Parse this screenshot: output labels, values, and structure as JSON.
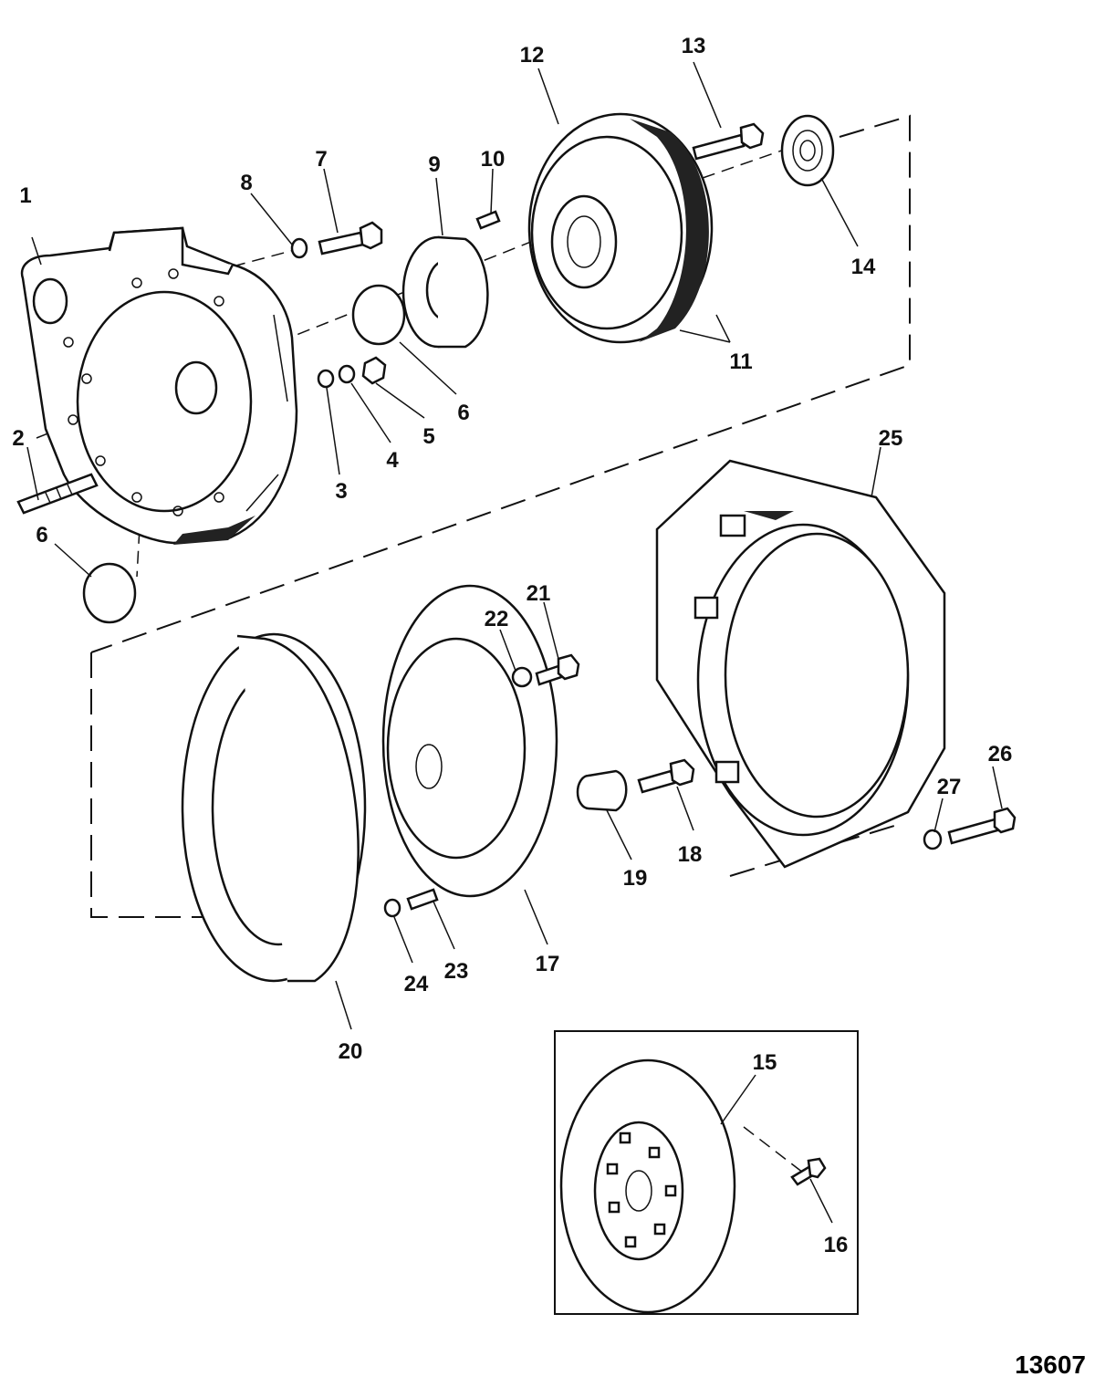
{
  "diagram": {
    "figure_number": "13607",
    "callouts": [
      {
        "id": "c1",
        "text": "1"
      },
      {
        "id": "c2",
        "text": "2"
      },
      {
        "id": "c3",
        "text": "3"
      },
      {
        "id": "c4",
        "text": "4"
      },
      {
        "id": "c5",
        "text": "5"
      },
      {
        "id": "c6a",
        "text": "6"
      },
      {
        "id": "c6b",
        "text": "6"
      },
      {
        "id": "c7",
        "text": "7"
      },
      {
        "id": "c8",
        "text": "8"
      },
      {
        "id": "c9",
        "text": "9"
      },
      {
        "id": "c10",
        "text": "10"
      },
      {
        "id": "c11",
        "text": "11"
      },
      {
        "id": "c12",
        "text": "12"
      },
      {
        "id": "c13",
        "text": "13"
      },
      {
        "id": "c14",
        "text": "14"
      },
      {
        "id": "c15",
        "text": "15"
      },
      {
        "id": "c16",
        "text": "16"
      },
      {
        "id": "c17",
        "text": "17"
      },
      {
        "id": "c18",
        "text": "18"
      },
      {
        "id": "c19",
        "text": "19"
      },
      {
        "id": "c20",
        "text": "20"
      },
      {
        "id": "c21",
        "text": "21"
      },
      {
        "id": "c22",
        "text": "22"
      },
      {
        "id": "c23",
        "text": "23"
      },
      {
        "id": "c24",
        "text": "24"
      },
      {
        "id": "c25",
        "text": "25"
      },
      {
        "id": "c26",
        "text": "26"
      },
      {
        "id": "c27",
        "text": "27"
      }
    ]
  }
}
